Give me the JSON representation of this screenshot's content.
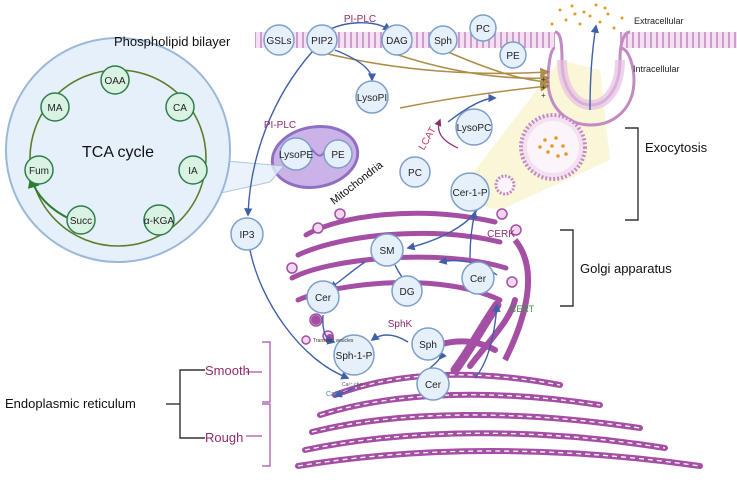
{
  "labels": {
    "phospholipid_bilayer": "Phospholipid bilayer",
    "extracellular": "Extracellular",
    "intracellular": "Intracellular",
    "exocytosis": "Exocytosis",
    "golgi": "Golgi apparatus",
    "er": "Endoplasmic reticulum",
    "smooth": "Smooth",
    "rough": "Rough",
    "tca_cycle": "TCA cycle",
    "mitochondria": "Mitochondria",
    "transport_vesicles": "Transport vesicles",
    "ca": "Ca²⁺",
    "chan": "Ca²⁺ chan"
  },
  "enzymes": {
    "pi_plc_top": "PI-PLC",
    "pi_plc_left": "PI-PLC",
    "lcat": "LCAT",
    "cerk": "CERK",
    "sphk": "SphK",
    "cert": "CERT"
  },
  "membrane_nodes": {
    "gsls": "GSLs",
    "pip2": "PIP2",
    "dag": "DAG",
    "sph": "Sph",
    "pc": "PC",
    "pe": "PE"
  },
  "nodes": {
    "lysopi": "LysoPI",
    "lysope": "LysoPE",
    "pe_mito": "PE",
    "lysopc": "LysoPC",
    "pc_mid": "PC",
    "cer1p": "Cer-1-P",
    "ip3": "IP3",
    "sm": "SM",
    "dg": "DG",
    "cer_golgi_left": "Cer",
    "cer_golgi_right": "Cer",
    "sph1p": "Sph-1-P",
    "sph_er": "Sph",
    "cer_er": "Cer"
  },
  "tca": {
    "oaa": "OAA",
    "ma": "MA",
    "ca": "CA",
    "fum": "Fum",
    "ia": "IA",
    "succ": "Succ",
    "akga": "α-KGA"
  },
  "colors": {
    "membrane": "#c48ac4",
    "node_fill": "#e6f0fb",
    "node_stroke": "#7d9fc9",
    "arrow": "#3f5fa8",
    "enzyme_purple": "#8e2a6e",
    "enzyme_red": "#c0395b",
    "cert_green": "#2e9a3c",
    "tca_ring": "#5c7d2b",
    "tca_node": "#d9f2e1",
    "tca_stroke": "#2e7d4e",
    "golgi": "#a44fa4",
    "mito": "#8f6fc2"
  }
}
